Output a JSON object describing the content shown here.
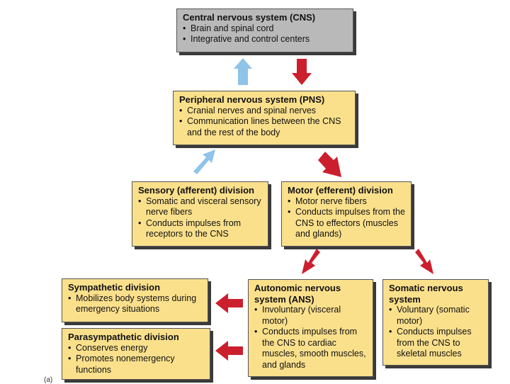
{
  "diagram": {
    "cns": {
      "title": "Central nervous system (CNS)",
      "items": [
        "Brain and spinal cord",
        "Integrative and control centers"
      ]
    },
    "pns": {
      "title": "Peripheral nervous system (PNS)",
      "items": [
        "Cranial nerves and spinal nerves",
        "Communication lines between the CNS and the rest of the body"
      ]
    },
    "sensory": {
      "title": "Sensory (afferent) division",
      "items": [
        "Somatic and visceral sensory nerve fibers",
        "Conducts impulses from receptors to the CNS"
      ]
    },
    "motor": {
      "title": "Motor (efferent) division",
      "items": [
        "Motor nerve fibers",
        "Conducts impulses from the CNS to effectors (muscles and glands)"
      ]
    },
    "sympathetic": {
      "title": "Sympathetic division",
      "items": [
        "Mobilizes body systems during emergency situations"
      ]
    },
    "parasympathetic": {
      "title": "Parasympathetic division",
      "items": [
        "Conserves energy",
        "Promotes nonemergency functions"
      ]
    },
    "autonomic": {
      "title": "Autonomic nervous system (ANS)",
      "items": [
        "Involuntary (visceral motor)",
        "Conducts impulses from the CNS to cardiac muscles, smooth muscles, and glands"
      ]
    },
    "somatic": {
      "title": "Somatic nervous system",
      "items": [
        "Voluntary (somatic motor)",
        "Conducts impulses from the CNS to skeletal muscles"
      ]
    },
    "figure_label": "(a)",
    "colors": {
      "box_yellow": "#fbe08c",
      "box_grey": "#b9b9b9",
      "arrow_red": "#cc1f2e",
      "arrow_blue": "#8ec3ea"
    }
  }
}
